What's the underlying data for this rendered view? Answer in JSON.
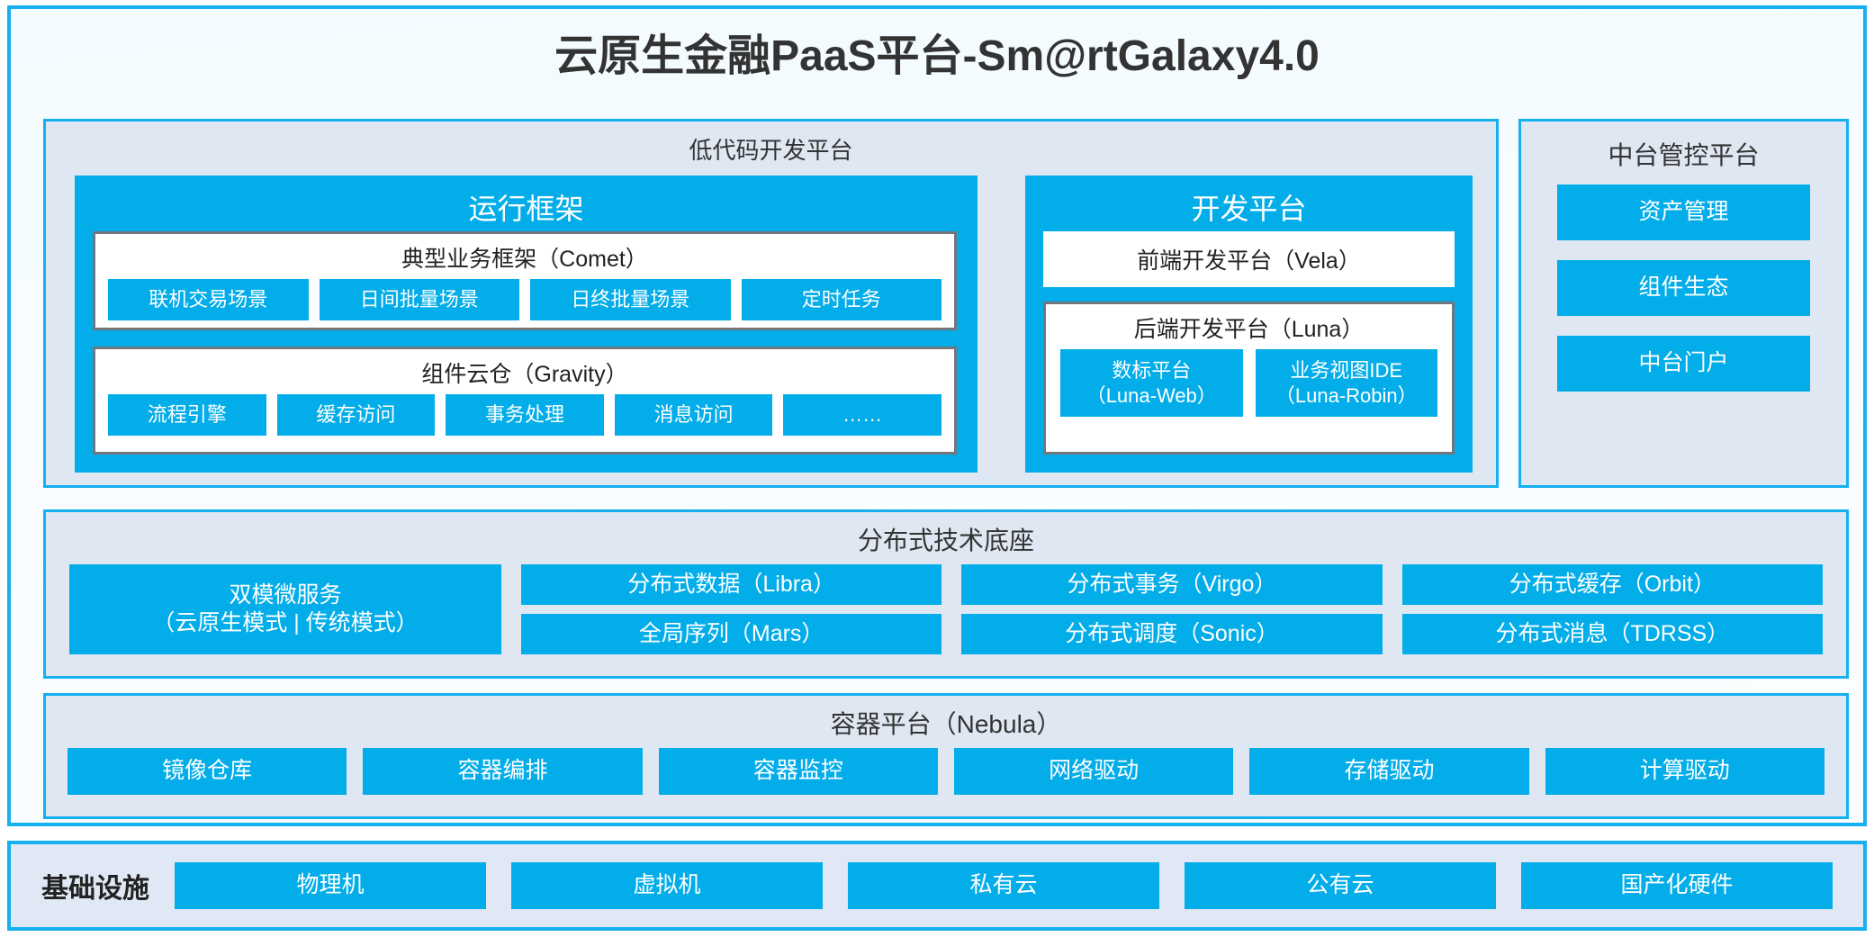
{
  "page": {
    "title": "云原生金融PaaS平台-Sm@rtGalaxy4.0",
    "accent_blue": "#03ade9",
    "border_blue": "#15b0f0",
    "panel_bg": "#dfe7f3",
    "box_border_grey": "#72777d"
  },
  "lowcode": {
    "title": "低代码开发平台",
    "runtime": {
      "title": "运行框架",
      "comet": {
        "title": "典型业务框架（Comet）",
        "items": [
          "联机交易场景",
          "日间批量场景",
          "日终批量场景",
          "定时任务"
        ]
      },
      "gravity": {
        "title": "组件云仓（Gravity）",
        "items": [
          "流程引擎",
          "缓存访问",
          "事务处理",
          "消息访问",
          "……"
        ]
      }
    },
    "devplatform": {
      "title": "开发平台",
      "vela": "前端开发平台（Vela）",
      "luna": {
        "title": "后端开发平台（Luna）",
        "items": [
          "数标平台\n（Luna-Web）",
          "业务视图IDE\n（Luna-Robin）"
        ]
      }
    }
  },
  "midctrl": {
    "title": "中台管控平台",
    "items": [
      "资产管理",
      "组件生态",
      "中台门户"
    ]
  },
  "dist": {
    "title": "分布式技术底座",
    "wide": "双模微服务\n（云原生模式 | 传统模式）",
    "columns": [
      [
        "分布式数据（Libra）",
        "全局序列（Mars）"
      ],
      [
        "分布式事务（Virgo）",
        "分布式调度（Sonic）"
      ],
      [
        "分布式缓存（Orbit）",
        "分布式消息（TDRSS）"
      ]
    ]
  },
  "container": {
    "title": "容器平台（Nebula）",
    "items": [
      "镜像仓库",
      "容器编排",
      "容器监控",
      "网络驱动",
      "存储驱动",
      "计算驱动"
    ]
  },
  "infra": {
    "label": "基础设施",
    "items": [
      "物理机",
      "虚拟机",
      "私有云",
      "公有云",
      "国产化硬件"
    ]
  }
}
